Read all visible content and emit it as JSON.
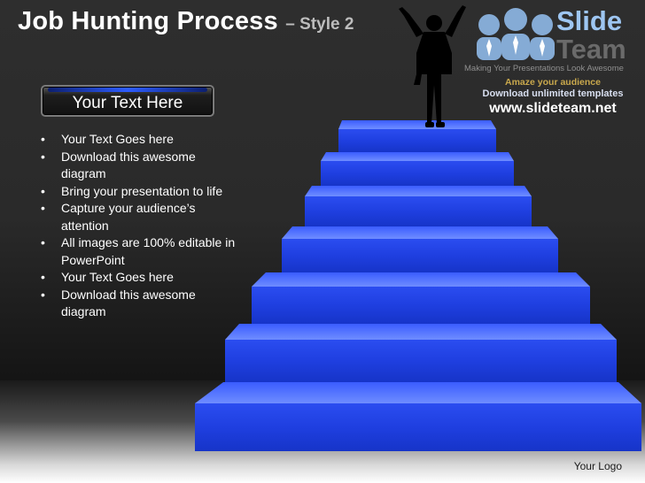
{
  "slide": {
    "title": "Job Hunting Process",
    "subtitle": "– Style 2",
    "header_box": {
      "label": "Your Text Here"
    },
    "bullets": [
      "Your Text Goes here",
      "Download this awesome diagram",
      "Bring your presentation to life",
      "Capture your audience’s attention",
      "All images are 100% editable in PowerPoint",
      "Your Text Goes here",
      "Download this awesome diagram"
    ],
    "footer_logo": "Your Logo"
  },
  "watermark": {
    "brand_line1": "Slide",
    "brand_line2": "Team",
    "tagline": "Making Your Presentations Look Awesome",
    "promo_line1": "Amaze your audience",
    "promo_line2": "Download unlimited templates",
    "promo_url": "www.slideteam.net"
  },
  "graphics": {
    "stairs": {
      "step_count": 7,
      "color": "#1f3fe0",
      "highlight": "#6f8dff"
    },
    "figure": "person-arms-raised-icon",
    "logo_people": "team-people-icon"
  },
  "colors": {
    "background": "#2b2b2b",
    "title": "#ffffff",
    "subtitle": "#bdbdbd",
    "step_blue": "#1f3fe0"
  }
}
